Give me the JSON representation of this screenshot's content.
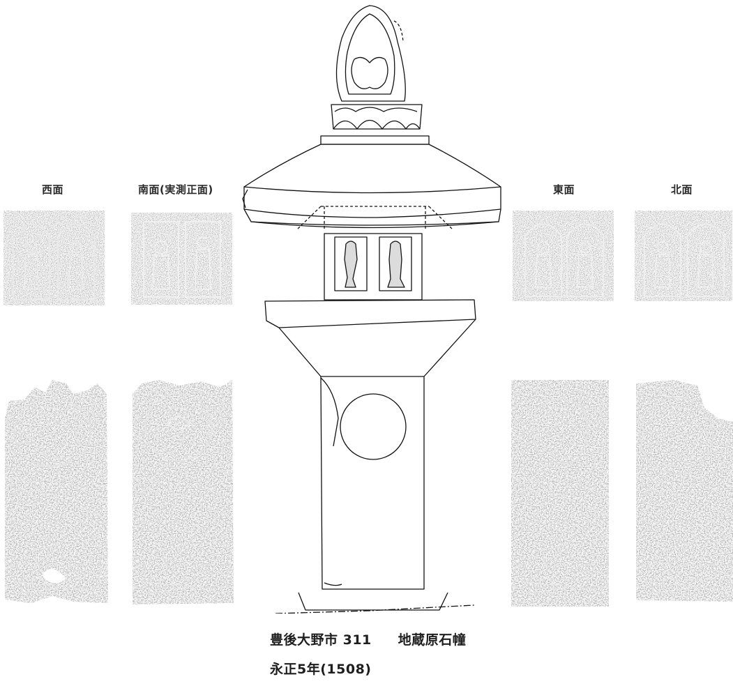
{
  "faces": {
    "west": "西面",
    "south": "南面(実測正面)",
    "east": "東面",
    "north": "北面"
  },
  "caption": {
    "location": "豊後大野市 311",
    "name": "地蔵原石幢",
    "date": "永正5年(1508)"
  },
  "colors": {
    "rubbing_tone": "#8c8c8c",
    "line_art": "#111111"
  }
}
